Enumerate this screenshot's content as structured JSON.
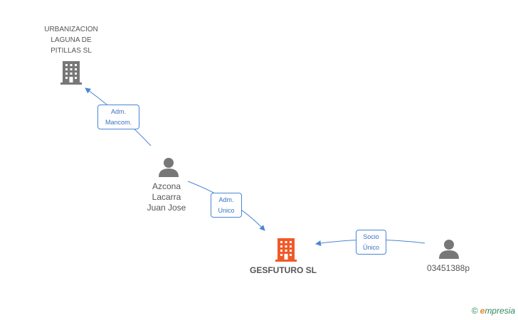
{
  "nodes": {
    "urbanizacion": {
      "label": "URBANIZACION\nLAGUNA DE\nPITILLAS SL",
      "icon": "building-icon",
      "color": "#777777"
    },
    "azcona": {
      "label": "Azcona\nLacarra\nJuan Jose",
      "icon": "person-icon",
      "color": "#777777"
    },
    "gesfuturo": {
      "label": "GESFUTURO SL",
      "icon": "building-icon",
      "color": "#f05a28"
    },
    "holder": {
      "label": "03451388p",
      "icon": "person-icon",
      "color": "#777777"
    }
  },
  "edges": {
    "adm_mancom": "Adm.\nMancom.",
    "adm_unico": "Adm.\nUnico",
    "socio_unico": "Socio\nÚnico"
  },
  "colors": {
    "edge": "#4a86d4"
  },
  "footer": {
    "copyright": "©",
    "brand_e": "e",
    "brand_rest": "mpresia"
  }
}
